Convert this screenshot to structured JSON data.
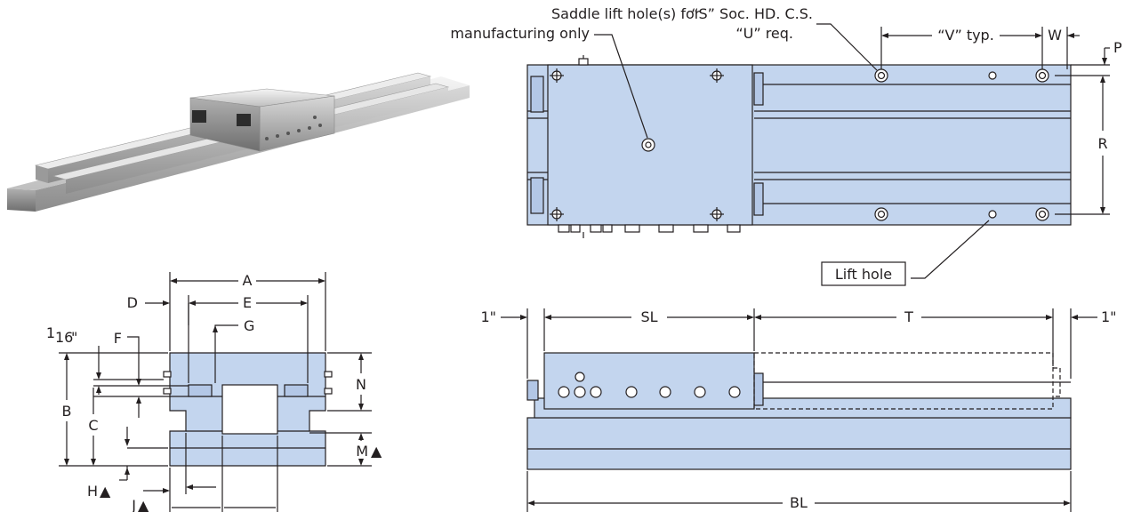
{
  "colors": {
    "part_fill": "#c3d5ee",
    "line": "#231f20",
    "background": "#ffffff"
  },
  "top_view": {
    "saddle_lift_line1": "Saddle lift hole(s) for",
    "saddle_lift_line2": "manufacturing only",
    "socket_line1": "“S” Soc. HD. C.S.",
    "socket_line2": "“U” req.",
    "v_label": "“V” typ.",
    "w_label": "W",
    "p_label": "P",
    "r_label": "R",
    "lift_hole": "Lift hole"
  },
  "end_view": {
    "a": "A",
    "d": "D",
    "e": "E",
    "g": "G",
    "sixteenth_num": "1",
    "sixteenth_den": "16",
    "sixteenth_unit": "\"",
    "f": "F",
    "b": "B",
    "c": "C",
    "n": "N",
    "m": "M",
    "h": "H",
    "j": "J",
    "triangle": "▲"
  },
  "side_view": {
    "one_inch_left": "1\"",
    "one_inch_right": "1\"",
    "sl": "SL",
    "t": "T",
    "bl": "BL"
  }
}
